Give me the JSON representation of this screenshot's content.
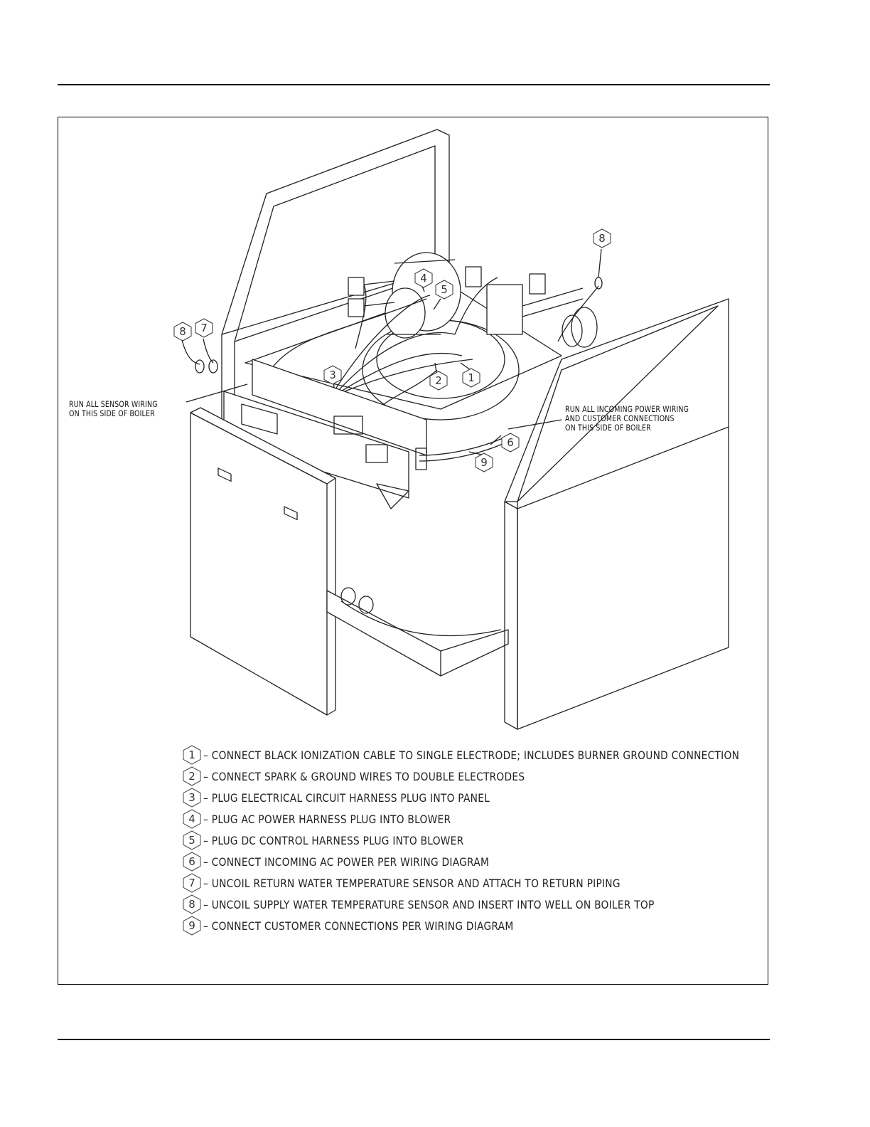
{
  "notes": {
    "sensor_side": [
      "RUN ALL SENSOR WIRING",
      "ON THIS SIDE OF BOILER"
    ],
    "power_side": [
      "RUN ALL INCOMING POWER WIRING",
      "AND CUSTOMER CONNECTIONS",
      "ON THIS SIDE OF BOILER"
    ]
  },
  "callouts": [
    "1",
    "2",
    "3",
    "4",
    "5",
    "6",
    "7",
    "8",
    "8",
    "9"
  ],
  "legend": [
    {
      "num": "1",
      "text": "– CONNECT BLACK IONIZATION CABLE TO SINGLE ELECTRODE; INCLUDES BURNER GROUND CONNECTION"
    },
    {
      "num": "2",
      "text": "– CONNECT SPARK & GROUND WIRES TO DOUBLE ELECTRODES"
    },
    {
      "num": "3",
      "text": "– PLUG ELECTRICAL CIRCUIT HARNESS PLUG INTO PANEL"
    },
    {
      "num": "4",
      "text": "– PLUG AC POWER HARNESS PLUG INTO BLOWER"
    },
    {
      "num": "5",
      "text": "– PLUG DC CONTROL HARNESS PLUG INTO BLOWER"
    },
    {
      "num": "6",
      "text": "– CONNECT INCOMING AC POWER PER WIRING DIAGRAM"
    },
    {
      "num": "7",
      "text": "– UNCOIL RETURN WATER TEMPERATURE SENSOR AND ATTACH TO RETURN PIPING"
    },
    {
      "num": "8",
      "text": "– UNCOIL SUPPLY WATER TEMPERATURE SENSOR AND INSERT INTO WELL ON BOILER TOP"
    },
    {
      "num": "9",
      "text": "– CONNECT CUSTOMER CONNECTIONS PER WIRING DIAGRAM"
    }
  ]
}
